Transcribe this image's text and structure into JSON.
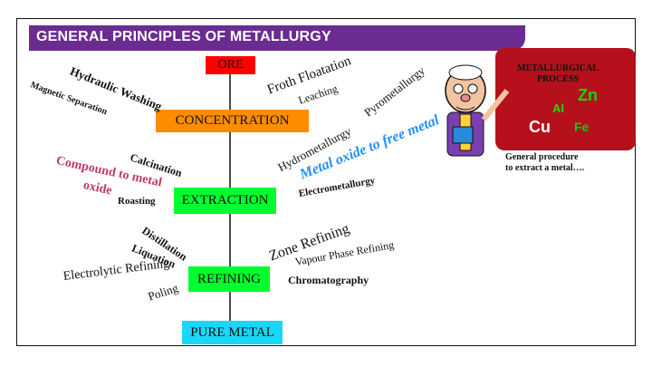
{
  "title": "GENERAL PRINCIPLES OF METALLURGY",
  "boxes": {
    "ore": "ORE",
    "concentration": "CONCENTRATION",
    "extraction": "EXTRACTION",
    "refining": "REFINING",
    "pure_metal": "PURE METAL"
  },
  "concentration_methods": {
    "hydraulic_washing": "Hydraulic Washing",
    "magnetic_separation": "Magnetic Separation",
    "froth_floatation": "Froth Floatation",
    "leaching": "Leaching"
  },
  "extraction_inputs": {
    "calcination": "Calcination",
    "compound_to_metal_oxide": [
      "Compound to metal",
      "oxide"
    ],
    "roasting": "Roasting"
  },
  "extraction_methods": {
    "pyrometallurgy": "Pyrometallurgy",
    "hydrometallurgy": "Hydrometallurgy",
    "metal_oxide_to_free_metal": "Metal oxide to free metal",
    "electrometallurgy": "Electrometallurgy"
  },
  "refining_methods": {
    "distillation": "Distillation",
    "liquation": "Liquation",
    "electrolytic_refining": "Electrolytic Refining",
    "poling": "Poling",
    "zone_refining": "Zone Refining",
    "vapour_phase_refining": "Vapour Phase Refining",
    "chromatography": "Chromatography"
  },
  "board": {
    "label": [
      "METALLURGICAL",
      "PROCESS"
    ],
    "elements": [
      "Zn",
      "Al",
      "Cu",
      "Fe"
    ]
  },
  "caption": [
    "General procedure",
    "to extract a metal…."
  ],
  "colors": {
    "title_bar": "#6a2c91",
    "ore": "#ff0000",
    "concentration": "#ff8c00",
    "extraction": "#00ff2e",
    "refining": "#00ff2e",
    "pure_metal": "#1ad7f7",
    "compound_text": "#c0396b",
    "metal_oxide_text": "#1e90ff",
    "board": "#b5101b",
    "zn": "#12d800",
    "al": "#19e000",
    "cu": "#ffffff",
    "fe": "#10d000"
  }
}
